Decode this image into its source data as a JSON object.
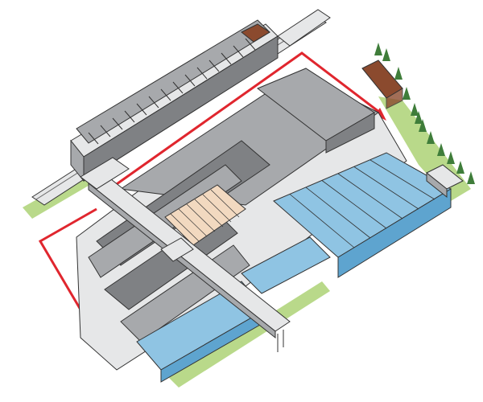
{
  "diagram": {
    "style": "isometric architectural illustration",
    "colors": {
      "roof_grey": "#a7a9ac",
      "roof_dark": "#7f8184",
      "wall_light": "#e6e7e8",
      "roof_blue": "#8fc4e3",
      "roof_blue_dark": "#5ea4cf",
      "route_red": "#e0262e",
      "grass": "#b9d98a",
      "tree": "#3f7d3a",
      "brick": "#8b4a2e",
      "courtyard": "#f2d9c0",
      "outline": "#333333"
    },
    "elements": [
      {
        "id": "elevated-station",
        "label": ""
      },
      {
        "id": "pedestrian-bridge",
        "label": ""
      },
      {
        "id": "factory-hall-grey",
        "label": ""
      },
      {
        "id": "factory-hall-blue",
        "label": ""
      },
      {
        "id": "brick-building",
        "label": ""
      },
      {
        "id": "walking-route",
        "label": ""
      }
    ]
  }
}
